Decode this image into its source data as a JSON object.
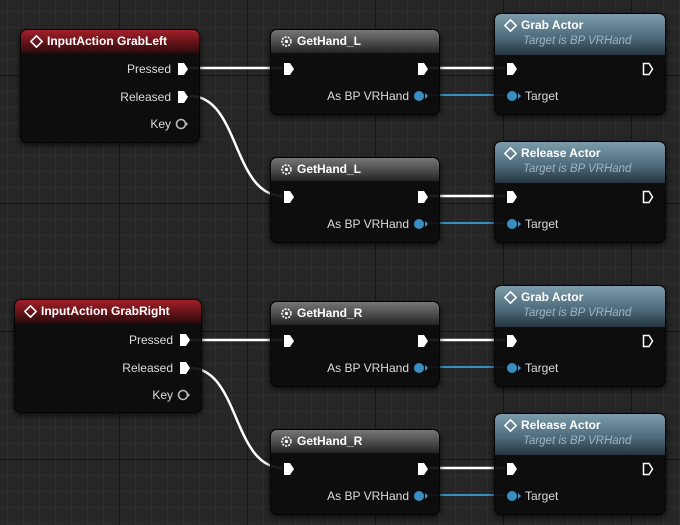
{
  "nodes": {
    "ia_grableft": {
      "title": "InputAction GrabLeft",
      "pressed": "Pressed",
      "released": "Released",
      "key": "Key"
    },
    "ia_grabright": {
      "title": "InputAction GrabRight",
      "pressed": "Pressed",
      "released": "Released",
      "key": "Key"
    },
    "gethand_l_1": {
      "title": "GetHand_L",
      "output": "As BP VRHand"
    },
    "gethand_l_2": {
      "title": "GetHand_L",
      "output": "As BP VRHand"
    },
    "gethand_r_1": {
      "title": "GetHand_R",
      "output": "As BP VRHand"
    },
    "gethand_r_2": {
      "title": "GetHand_R",
      "output": "As BP VRHand"
    },
    "grab_actor_1": {
      "title": "Grab Actor",
      "subtitle": "Target is BP VRHand",
      "input": "Target"
    },
    "release_actor_1": {
      "title": "Release Actor",
      "subtitle": "Target is BP VRHand",
      "input": "Target"
    },
    "grab_actor_2": {
      "title": "Grab Actor",
      "subtitle": "Target is BP VRHand",
      "input": "Target"
    },
    "release_actor_2": {
      "title": "Release Actor",
      "subtitle": "Target is BP VRHand",
      "input": "Target"
    }
  },
  "colors": {
    "exec_wire": "#ffffff",
    "object_wire": "#3a8fc0",
    "event_header": "#a3202a",
    "pure_header": "#5a5a5a",
    "function_header": "#587686",
    "key_pin": "#b9b9b9"
  },
  "icons": {
    "event": "diamond-icon",
    "pure": "gear-icon",
    "function": "function-diamond-icon"
  }
}
